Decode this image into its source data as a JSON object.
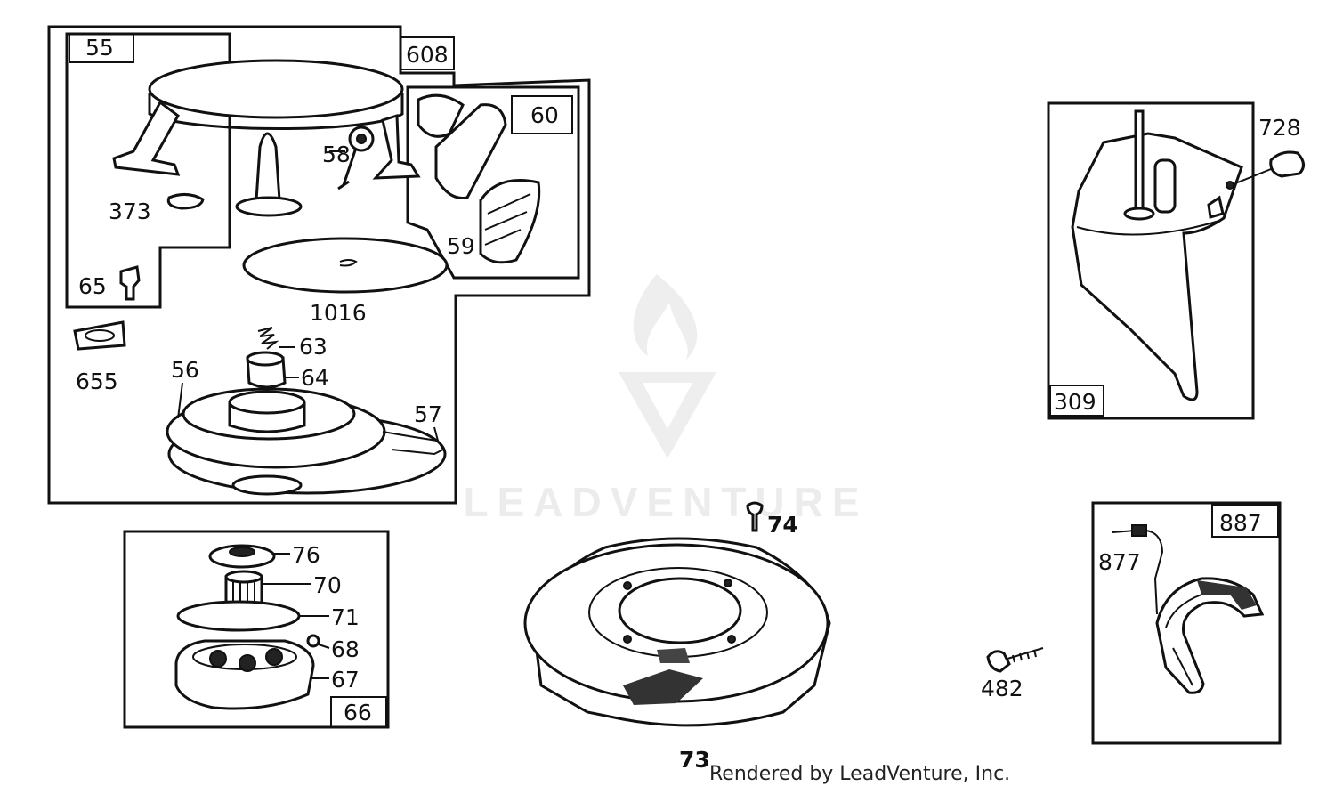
{
  "watermark": {
    "text": "LEADVENTURE"
  },
  "credit": "Rendered by LeadVenture, Inc.",
  "labels": {
    "l55": "55",
    "l608": "608",
    "l60": "60",
    "l58": "58",
    "l373": "373",
    "l59": "59",
    "l65": "65",
    "l1016": "1016",
    "l655": "655",
    "l63": "63",
    "l64": "64",
    "l56": "56",
    "l57": "57",
    "l728": "728",
    "l309": "309",
    "l74": "74",
    "l73": "73",
    "l76": "76",
    "l70": "70",
    "l71": "71",
    "l68": "68",
    "l67": "67",
    "l66": "66",
    "l887": "887",
    "l877": "877",
    "l482": "482"
  },
  "colors": {
    "ink": "#111111",
    "watermark": "#ececec",
    "paper": "#ffffff"
  }
}
